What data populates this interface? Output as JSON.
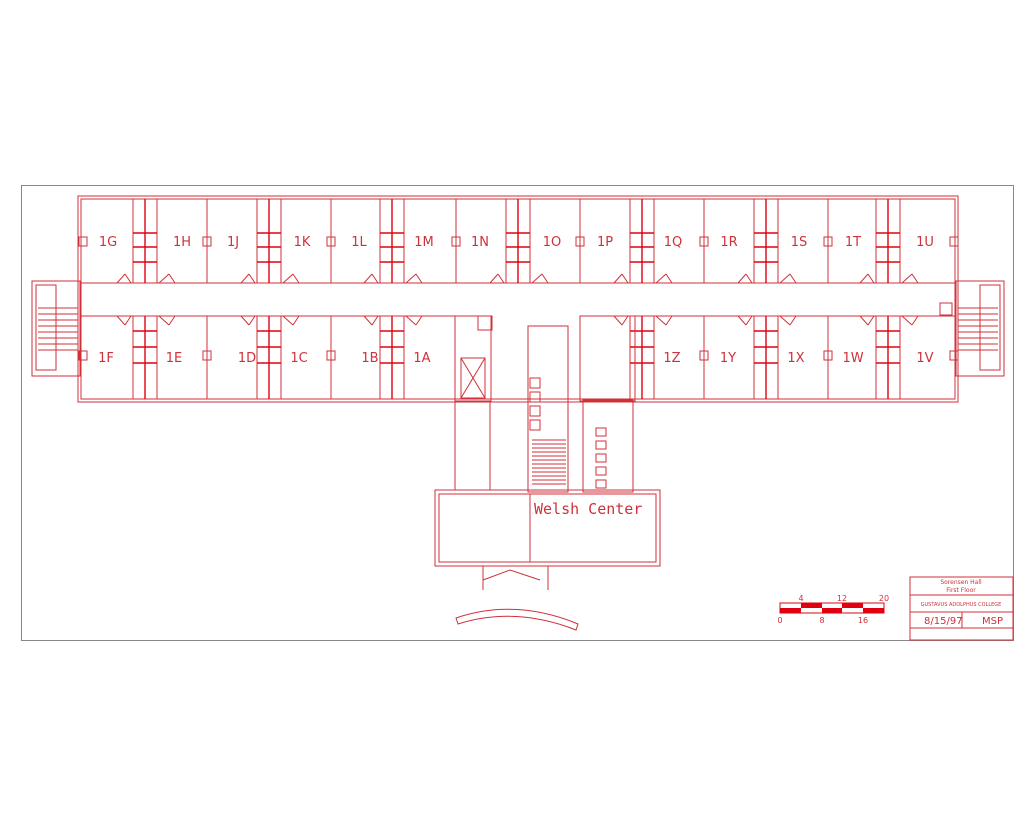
{
  "plan": {
    "building": "Sorensen Hall",
    "floor": "First Floor",
    "college": "GUSTAVUS ADOLPHUS COLLEGE",
    "date": "8/15/97",
    "drawn_by": "MSP",
    "center_label": "Welsh Center",
    "top_rooms": [
      "1G",
      "1H",
      "1J",
      "1K",
      "1L",
      "1M",
      "1N",
      "1O",
      "1P",
      "1Q",
      "1R",
      "1S",
      "1T",
      "1U"
    ],
    "bottom_rooms_left": [
      "1F",
      "1E",
      "1D",
      "1C",
      "1B",
      "1A"
    ],
    "bottom_rooms_right": [
      "1Z",
      "1Y",
      "1X",
      "1W",
      "1V"
    ]
  },
  "scale": {
    "top_ticks": [
      "4",
      "12",
      "20"
    ],
    "bottom_ticks": [
      "0",
      "8",
      "16"
    ]
  },
  "colors": {
    "line": "#d0303a",
    "frame": "#888888"
  }
}
